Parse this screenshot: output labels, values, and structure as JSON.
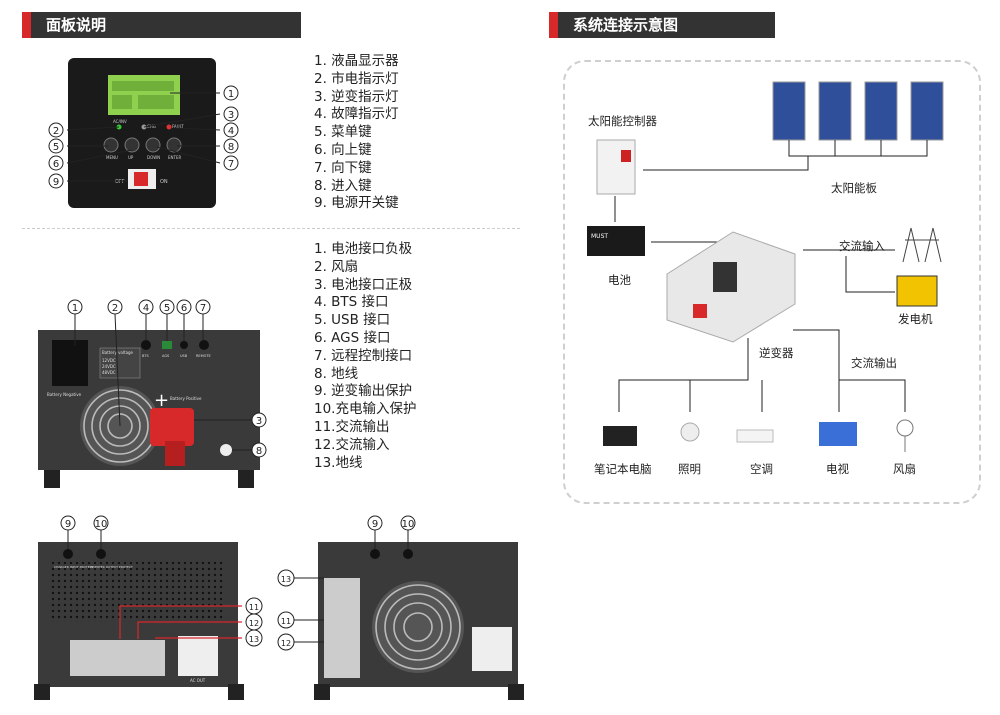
{
  "headers": {
    "panel": "面板说明",
    "system": "系统连接示意图"
  },
  "panel_list": [
    "1.  液晶显示器",
    "2.  市电指示灯",
    "3.  逆变指示灯",
    "4.  故障指示灯",
    "5.  菜单键",
    "6.  向上键",
    "7.  向下键",
    "8.  进入键",
    "9.  电源开关键"
  ],
  "rear_list": [
    "1.  电池接口负极",
    "2.  风扇",
    "3.  电池接口正极",
    "4.  BTS 接口",
    "5.  USB 接口",
    "6.  AGS 接口",
    "7.  远程控制接口",
    "8.  地线",
    "9.  逆变输出保护",
    "10.充电输入保护",
    "11.交流输出",
    "12.交流输入",
    "13.地线"
  ],
  "callouts": {
    "n1": "1",
    "n2": "2",
    "n3": "3",
    "n4": "4",
    "n5": "5",
    "n6": "6",
    "n7": "7",
    "n8": "8",
    "n9": "9",
    "n10": "10",
    "n11": "11",
    "n12": "12",
    "n13": "13"
  },
  "device_text": {
    "on": "ON",
    "off": "OFF",
    "ac_inv": "AC/INV",
    "chg": "CHG",
    "fault": "FAULT",
    "menu": "MENU",
    "up": "UP",
    "down": "DOWN",
    "enter": "ENTER",
    "battery_voltage": "Battery voltage",
    "v12": "12VDC",
    "v24": "24VDC",
    "v48": "48VDC",
    "battery_negative": "Battery Negative",
    "battery_positive": "Battery Positive",
    "bts": "BTS",
    "usb": "USB",
    "ags": "AGS",
    "remote": "REMOTE",
    "charger_protect": "CHARGER INPUT PROTECT",
    "inverter_protect": "INVERTER OUTPUT PROTECT",
    "ac_out": "AC OUT",
    "brand": "MUST"
  },
  "system": {
    "solar_controller": "太阳能控制器",
    "solar_panel": "太阳能板",
    "battery": "电池",
    "ac_input": "交流输入",
    "generator": "发电机",
    "inverter": "逆变器",
    "ac_output": "交流输出",
    "loads": [
      "笔记本电脑",
      "照明",
      "空调",
      "电视",
      "风扇"
    ]
  },
  "colors": {
    "accent": "#d7282a",
    "header_bg": "#333333",
    "lcd": "#8fd14f"
  }
}
